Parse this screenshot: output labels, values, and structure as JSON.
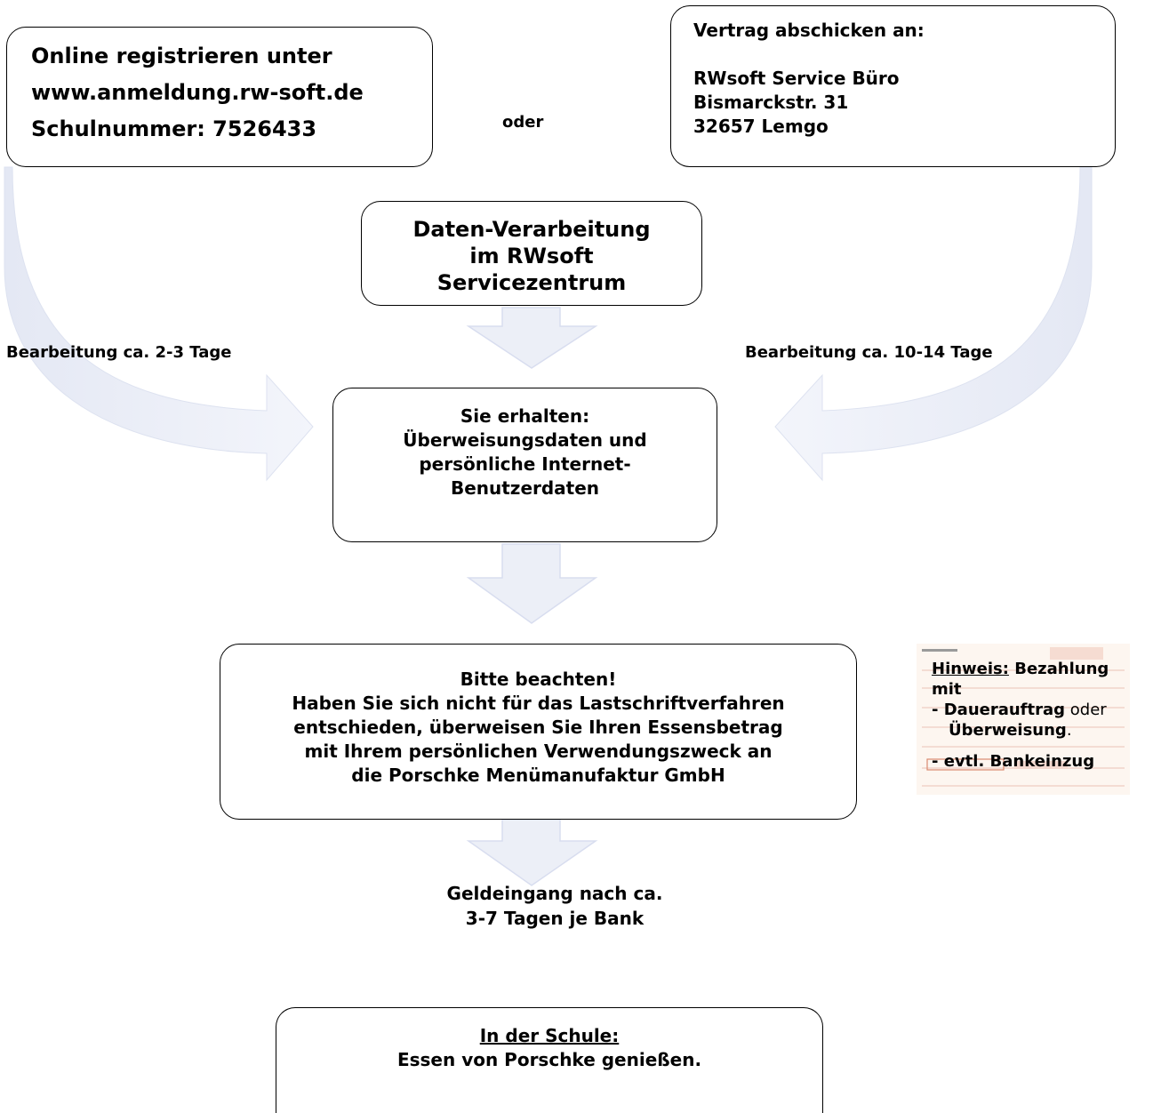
{
  "box_online": {
    "line1": "Online registrieren unter",
    "line2": "www.anmeldung.rw-soft.de",
    "line3": "Schulnummer: 7526433"
  },
  "oder": "oder",
  "box_vertrag": {
    "line1": "Vertrag abschicken an:",
    "line2": "RWsoft Service Büro",
    "line3": "Bismarckstr. 31",
    "line4": "32657 Lemgo"
  },
  "box_daten": {
    "line1": "Daten-Verarbeitung",
    "line2": "im RWsoft",
    "line3": "Servicezentrum"
  },
  "bearbeitung_left": "Bearbeitung ca. 2-3 Tage",
  "bearbeitung_right": "Bearbeitung ca. 10-14 Tage",
  "box_erhalten": {
    "line1": "Sie erhalten:",
    "line2": "Überweisungsdaten und",
    "line3": "persönliche Internet-",
    "line4": "Benutzerdaten"
  },
  "box_beachten": {
    "line1": "Bitte beachten!",
    "line2": "Haben Sie sich nicht für das Lastschriftverfahren",
    "line3": "entschieden, überweisen Sie Ihren Essensbetrag",
    "line4": "mit Ihrem persönlichen Verwendungszweck an",
    "line5": "die Porschke Menümanufaktur GmbH"
  },
  "hinweis": {
    "label": "Hinweis:",
    "line1_rest": " Bezahlung",
    "line2": "mit",
    "line3_bold": "- Dauerauftrag",
    "line3_rest": " oder",
    "line4": "Überweisung",
    "line4_rest": ".",
    "line5": "- evtl. Bankeinzug"
  },
  "geldeingang": {
    "line1": "Geldeingang nach ca.",
    "line2": "3-7 Tagen je Bank"
  },
  "box_schule": {
    "line1": "In der Schule:",
    "line2": "Essen von Porschke genießen."
  },
  "colors": {
    "arrow_fill": "#e9ecf6",
    "arrow_stroke": "#d8ddef",
    "box_border": "#000000",
    "form_red": "#e6b5a6"
  }
}
